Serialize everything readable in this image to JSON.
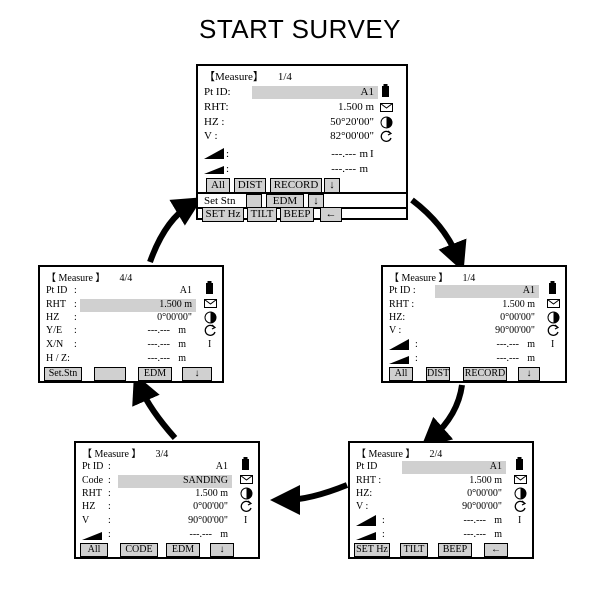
{
  "title": "START SURVEY",
  "screens": {
    "top": {
      "header": "【Measure】",
      "page": "1/4",
      "rows": {
        "ptid_label": "Pt ID:",
        "ptid_value": "A1",
        "rht_label": "RHT:",
        "rht_value": "1.500 m",
        "hz_label": "HZ :",
        "hz_value": "50°20'00\"",
        "v_label": "V :",
        "v_value": "82°00'00\"",
        "sd_value": "---.---",
        "sd_unit": "m",
        "hd_value": "---.---",
        "hd_unit": "m"
      },
      "marker": "I",
      "softkeys1": [
        "All",
        "DIST",
        "RECORD",
        "↓"
      ],
      "softkeys2": [
        "Set Stn",
        "EDM",
        "↓"
      ],
      "softkeys3": [
        "SET Hz",
        "TILT",
        "BEEP",
        "←"
      ]
    },
    "right": {
      "header": "【 Measure 】",
      "page": "1/4",
      "rows": {
        "ptid_label": "Pt ID :",
        "ptid_value": "A1",
        "rht_label": "RHT :",
        "rht_value": "1.500 m",
        "hz_label": "HZ:",
        "hz_value": "0°00'00\"",
        "v_label": "V :",
        "v_value": "90°00'00\"",
        "sd_value": "---.---",
        "sd_unit": "m",
        "hd_value": "---.---",
        "hd_unit": "m"
      },
      "marker": "I",
      "softkeys": [
        "All",
        "DIST",
        "RECORD",
        "↓"
      ]
    },
    "bottom_right": {
      "header": "【 Measure 】",
      "page": "2/4",
      "rows": {
        "ptid_label": "Pt  ID",
        "ptid_value": "A1",
        "rht_label": "RHT :",
        "rht_value": "1.500 m",
        "hz_label": "HZ:",
        "hz_value": "0°00'00\"",
        "v_label": "V :",
        "v_value": "90°00'00\"",
        "sd_value": "---.---",
        "sd_unit": "m",
        "hd_value": "---.---",
        "hd_unit": "m"
      },
      "marker": "I",
      "softkeys": [
        "SET Hz",
        "TILT",
        "BEEP",
        "←"
      ]
    },
    "bottom_left": {
      "header": "【 Measure 】",
      "page": "3/4",
      "rows": {
        "ptid_label": "Pt ID",
        "ptid_value": "A1",
        "code_label": "Code",
        "code_value": "SANDING",
        "rht_label": "RHT",
        "rht_value": "1.500 m",
        "hz_label": "HZ",
        "hz_value": "0°00'00\"",
        "v_label": "V",
        "v_value": "90°00'00\"",
        "hd_value": "---.---",
        "hd_unit": "m"
      },
      "marker": "I",
      "softkeys": [
        "All",
        "CODE",
        "EDM",
        "↓"
      ]
    },
    "left": {
      "header": "【  Measure  】",
      "page": "4/4",
      "rows": {
        "ptid_label": "Pt ID",
        "ptid_value": "A1",
        "rht_label": "RHT",
        "rht_value": "1.500 m",
        "hz_label": "HZ",
        "hz_value": "0°00'00\"",
        "ye_label": "Y/E",
        "ye_value": "---.---",
        "ye_unit": "m",
        "xn_label": "X/N",
        "xn_value": "---.---",
        "xn_unit": "m",
        "hz2_label": "H / Z:",
        "hz2_value": "---.---",
        "hz2_unit": "m"
      },
      "marker": "I",
      "softkeys": [
        "Set.Stn",
        "",
        "EDM",
        "↓"
      ]
    }
  },
  "icons": [
    "battery-icon",
    "envelope-icon",
    "half-circle-icon",
    "rotate-icon",
    "slope-bar-icon"
  ]
}
